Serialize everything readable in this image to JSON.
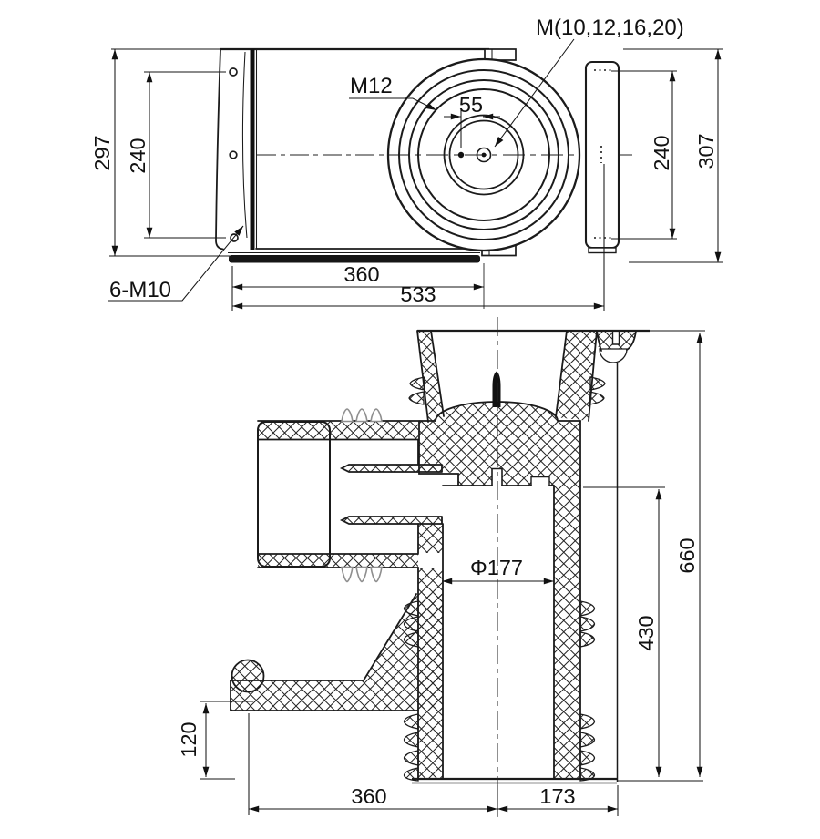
{
  "views": {
    "front": {
      "dims": {
        "height_overall": "297",
        "hole_spacing": "240",
        "hole_to_center": "55",
        "center_from_left": "360",
        "width_overall": "533",
        "right_hole_spacing": "240",
        "right_height_overall": "307"
      },
      "labels": {
        "top_thread": "M12",
        "center_thread": "M(10,12,16,20)",
        "flange_holes": "6-M10"
      }
    },
    "section": {
      "dims": {
        "bore_diameter": "Φ177",
        "lower_height": "430",
        "height_overall": "660",
        "foot_height": "120",
        "left_width": "360",
        "right_width": "173"
      }
    }
  }
}
